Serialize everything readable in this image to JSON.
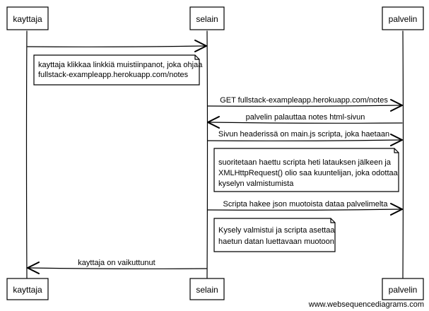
{
  "actors": [
    {
      "id": "kayttaja",
      "label": "kayttaja"
    },
    {
      "id": "selain",
      "label": "selain"
    },
    {
      "id": "palvelin",
      "label": "palvelin"
    }
  ],
  "messages": [
    {
      "from": "kayttaja",
      "to": "selain",
      "label": "",
      "dashed": false
    },
    {
      "from": "selain",
      "to": "palvelin",
      "label": "GET fullstack-exampleapp.herokuapp.com/notes",
      "dashed": false
    },
    {
      "from": "palvelin",
      "to": "selain",
      "label": "palvelin palauttaa notes html-sivun",
      "dashed": false
    },
    {
      "from": "selain",
      "to": "palvelin",
      "label": "Sivun headerissä on main.js scripta, joka haetaan",
      "dashed": false
    },
    {
      "from": "selain",
      "to": "palvelin",
      "label": "Scripta hakee json muotoista dataa palvelimelta",
      "dashed": false
    },
    {
      "from": "selain",
      "to": "kayttaja",
      "label": "kayttaja on vaikuttunut",
      "dashed": false
    }
  ],
  "notes": [
    {
      "lines": [
        "kayttaja klikkaa linkkiä muistiinpanot, joka ohjaa",
        "fullstack-exampleapp.herokuapp.com/notes"
      ]
    },
    {
      "lines": [
        "suoritetaan haettu scripta heti latauksen jälkeen ja",
        "XMLHttpRequest() olio saa kuuntelijan, joka odottaa",
        "kyselyn valmistumista"
      ]
    },
    {
      "lines": [
        "Kysely valmistui ja scripta asettaa",
        "haetun datan luettavaan muotoon"
      ]
    }
  ],
  "footer": "www.websequencediagrams.com"
}
